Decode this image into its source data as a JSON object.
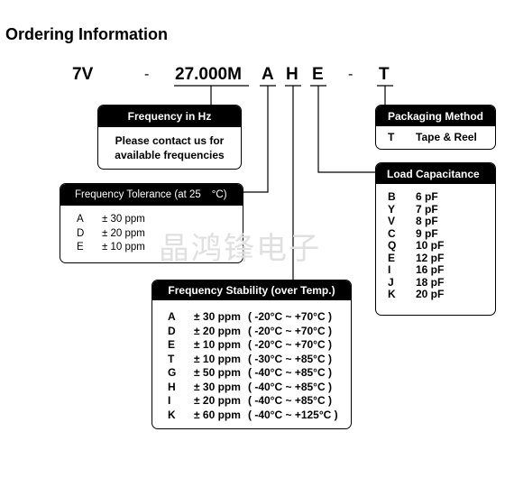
{
  "title": "Ordering Information",
  "part_code": {
    "prefix": "7V",
    "sep1": "-",
    "frequency": "27.000M",
    "tolerance": "A",
    "stability": "H",
    "load": "E",
    "sep2": "-",
    "packaging": "T"
  },
  "frequency_box": {
    "header": "Frequency in Hz",
    "line1": "Please contact us for",
    "line2": "available frequencies"
  },
  "tolerance_box": {
    "header_text": "Frequency Tolerance (at 25",
    "header_unit": "°C)",
    "rows": [
      {
        "code": "A",
        "value": "± 30 ppm"
      },
      {
        "code": "D",
        "value": "± 20 ppm"
      },
      {
        "code": "E",
        "value": "± 10 ppm"
      }
    ]
  },
  "stability_box": {
    "header": "Frequency Stability (over Temp.)",
    "rows": [
      {
        "code": "A",
        "value": "± 30 ppm",
        "range": "( -20°C ~ +70°C )"
      },
      {
        "code": "D",
        "value": "± 20 ppm",
        "range": "( -20°C ~ +70°C )"
      },
      {
        "code": "E",
        "value": "± 10 ppm",
        "range": "( -20°C ~ +70°C )"
      },
      {
        "code": "T",
        "value": "± 10 ppm",
        "range": "( -30°C ~ +85°C )"
      },
      {
        "code": "G",
        "value": "± 50 ppm",
        "range": "( -40°C ~ +85°C )"
      },
      {
        "code": "H",
        "value": "± 30 ppm",
        "range": "( -40°C ~ +85°C )"
      },
      {
        "code": "I",
        "value": "± 20 ppm",
        "range": "( -40°C ~ +85°C )"
      },
      {
        "code": "K",
        "value": "± 60 ppm",
        "range": "( -40°C ~ +125°C )"
      }
    ]
  },
  "packaging_box": {
    "header": "Packaging Method",
    "code": "T",
    "value": "Tape & Reel"
  },
  "load_box": {
    "header": "Load Capacitance",
    "rows": [
      {
        "code": "B",
        "value": "6 pF"
      },
      {
        "code": "Y",
        "value": "7 pF"
      },
      {
        "code": "V",
        "value": "8 pF"
      },
      {
        "code": "C",
        "value": "9 pF"
      },
      {
        "code": "Q",
        "value": "10 pF"
      },
      {
        "code": "E",
        "value": "12 pF"
      },
      {
        "code": "I",
        "value": "16 pF"
      },
      {
        "code": "J",
        "value": "18 pF"
      },
      {
        "code": "K",
        "value": "20 pF"
      }
    ]
  },
  "watermark": "晶鸿锋电子"
}
